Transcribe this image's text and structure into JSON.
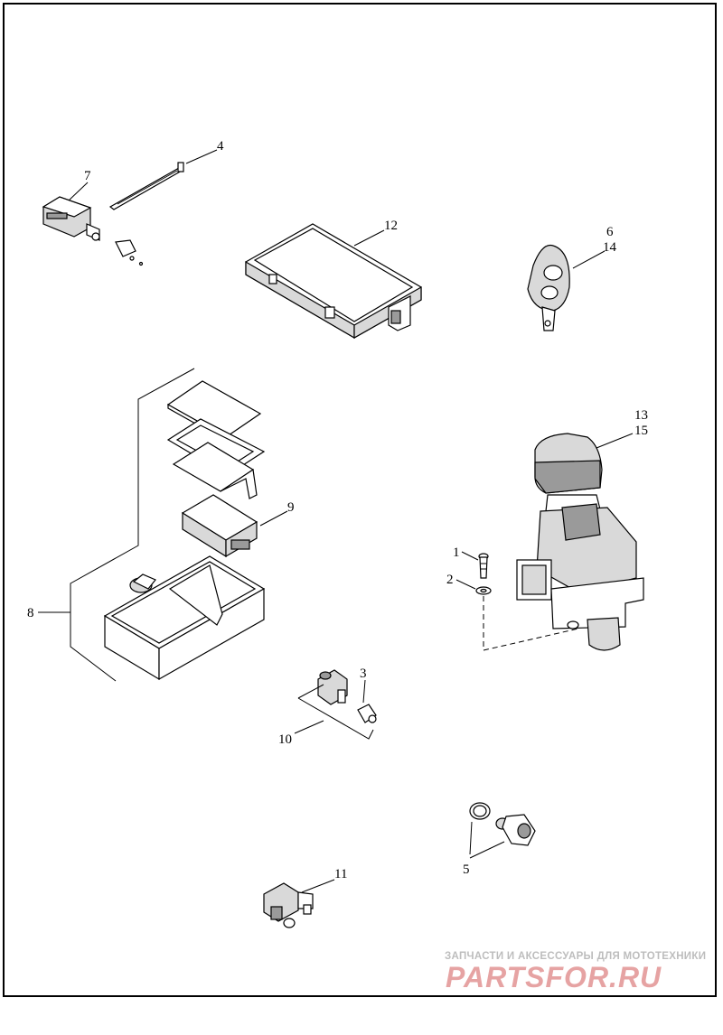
{
  "callouts": {
    "c1": "1",
    "c2": "2",
    "c3": "3",
    "c4": "4",
    "c5": "5",
    "c6": "6",
    "c7": "7",
    "c8": "8",
    "c9": "9",
    "c10": "10",
    "c11": "11",
    "c12": "12",
    "c13": "13",
    "c14": "14",
    "c15": "15"
  },
  "watermark": {
    "tagline": "ЗАПЧАСТИ И АКСЕССУАРЫ ДЛЯ МОТОТЕХНИКИ",
    "logo_text": "PARTSFOR.RU",
    "logo_color": "#e6a3a3"
  }
}
